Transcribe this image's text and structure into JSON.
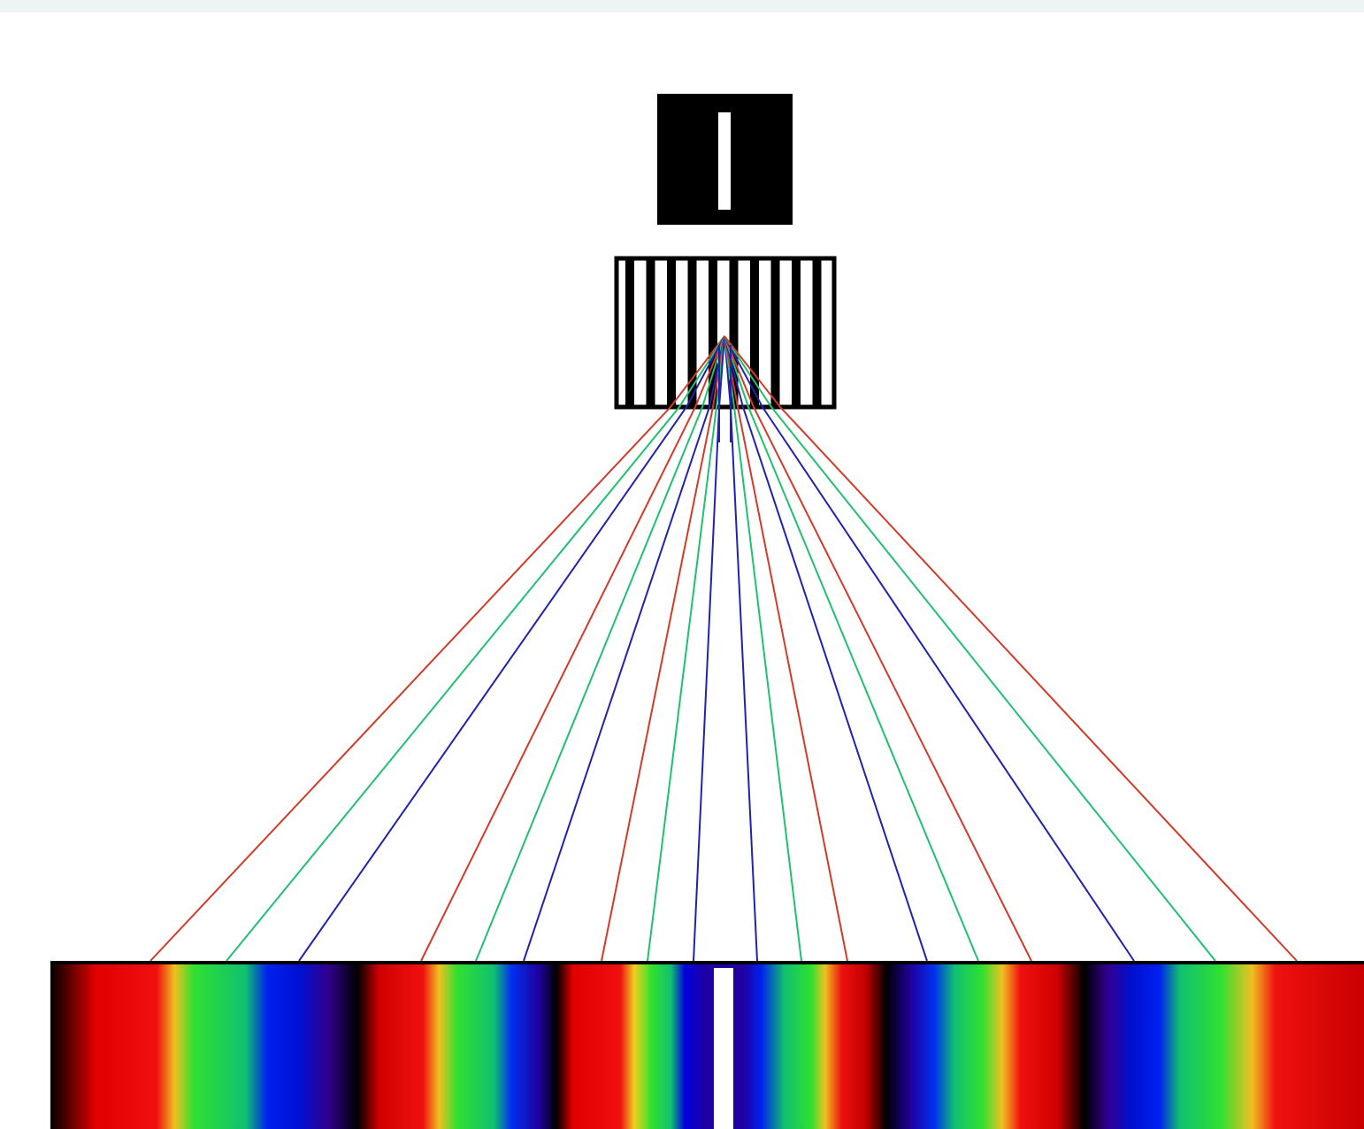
{
  "diagram": {
    "title": "",
    "components": [
      {
        "name": "light-source-slit",
        "shape": "black box with white vertical slit"
      },
      {
        "name": "diffraction-grating",
        "shape": "box with vertical black bars"
      },
      {
        "name": "spectrum-screen",
        "shape": "rainbow spectra band with central white maximum"
      }
    ],
    "ray_colors": {
      "red": "#d23a2a",
      "green": "#20c070",
      "blue": "#2222aa"
    },
    "central_maximum_color": "#ffffff",
    "spectrum_orders": [
      {
        "order": "2",
        "side": "left",
        "color_sequence": [
          "black",
          "red",
          "yellow",
          "green",
          "blue",
          "violet"
        ]
      },
      {
        "order": "1",
        "side": "left",
        "color_sequence": [
          "red",
          "yellow",
          "green",
          "blue",
          "violet"
        ]
      },
      {
        "order": "0",
        "side": "center",
        "color_sequence": [
          "white"
        ]
      },
      {
        "order": "1",
        "side": "right",
        "color_sequence": [
          "violet",
          "blue",
          "green",
          "yellow",
          "red"
        ]
      },
      {
        "order": "2",
        "side": "right",
        "color_sequence": [
          "violet",
          "blue",
          "green",
          "yellow",
          "red"
        ]
      }
    ]
  }
}
